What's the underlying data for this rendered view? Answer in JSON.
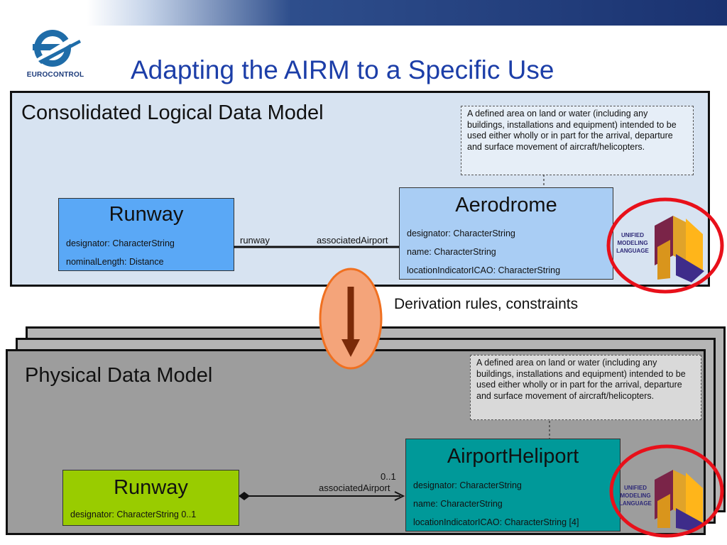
{
  "header": {
    "logo_text": "EUROCONTROL",
    "title": "Adapting the AIRM to a Specific Use"
  },
  "logical": {
    "panel_title": "Consolidated Logical Data Model",
    "note": "A defined area on land or water (including any buildings, installations and equipment) intended to be used either wholly or in part for the arrival, departure and surface movement of aircraft/helicopters.",
    "runway": {
      "name": "Runway",
      "attrs": [
        "designator: CharacterString",
        "nominalLength: Distance"
      ]
    },
    "aerodrome": {
      "name": "Aerodrome",
      "attrs": [
        "designator: CharacterString",
        "name: CharacterString",
        "locationIndicatorICAO: CharacterString"
      ]
    },
    "assoc_left": "runway",
    "assoc_right": "associatedAirport"
  },
  "derivation_label": "Derivation rules, constraints",
  "physical": {
    "panel_title": "Physical Data Model",
    "note": "A defined area on land or water (including any buildings, installations and equipment) intended to be used either wholly or in part for the arrival, departure and surface movement of aircraft/helicopters.",
    "runway": {
      "name": "Runway",
      "attrs": [
        "designator: CharacterString 0..1"
      ]
    },
    "airport": {
      "name": "AirportHeliport",
      "attrs": [
        "designator: CharacterString",
        "name: CharacterString",
        "locationIndicatorICAO: CharacterString [4]"
      ]
    },
    "multiplicity": "0..1",
    "assoc_role": "associatedAirport"
  },
  "uml_logo": {
    "line1": "UNIFIED",
    "line2": "MODELING",
    "line3": "LANGUAGE"
  },
  "colors": {
    "title_blue": "#1c3ea8",
    "logical_bg": "#d7e3f1",
    "runway_blue": "#5aa8f6",
    "aerodrome_blue": "#a9cdf4",
    "physical_bg": "#9d9d9d",
    "runway_green": "#99cc00",
    "airport_teal": "#009999",
    "highlight_red": "#e8101a",
    "arrow_orange": "#f4a47a",
    "arrow_brown": "#7a2a08"
  }
}
